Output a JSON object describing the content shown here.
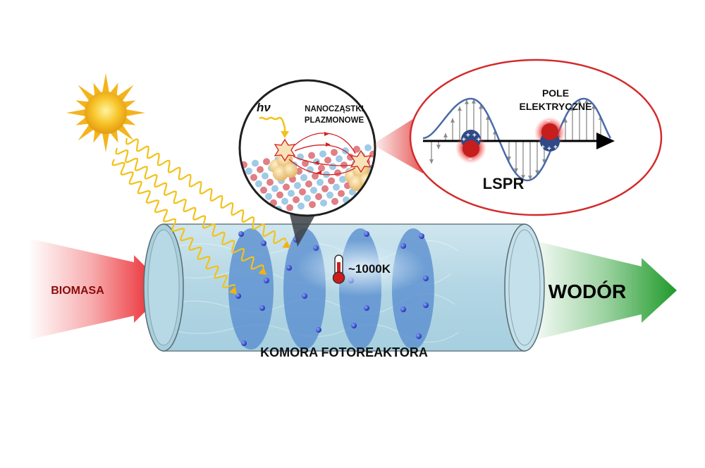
{
  "labels": {
    "input": "BIOMASA",
    "output": "WODÓR",
    "chamber": "KOMORA FOTOREAKTORA",
    "temperature": "~1000K",
    "photon": "hν",
    "nanoparticles_line1": "NANOCZĄSTKI",
    "nanoparticles_line2": "PLAZMONOWE",
    "field_line1": "POLE",
    "field_line2": "ELEKTRYCZNE",
    "lspr": "LSPR"
  },
  "colors": {
    "input_arrow": "#e8141a",
    "output_arrow": "#1f9a2a",
    "chamber_fill": "#b9d9e6",
    "catalyst_disc": "#5a8fd0",
    "particle": "#2f46c8",
    "sun": "#f4b41c",
    "light_wave": "#f2c21a",
    "lspr_border": "#d42a2a",
    "field_wave": "#4a6aa8",
    "temperature_bulb": "#d11b1b"
  },
  "icons": [
    "sun-icon",
    "thermometer-icon"
  ]
}
